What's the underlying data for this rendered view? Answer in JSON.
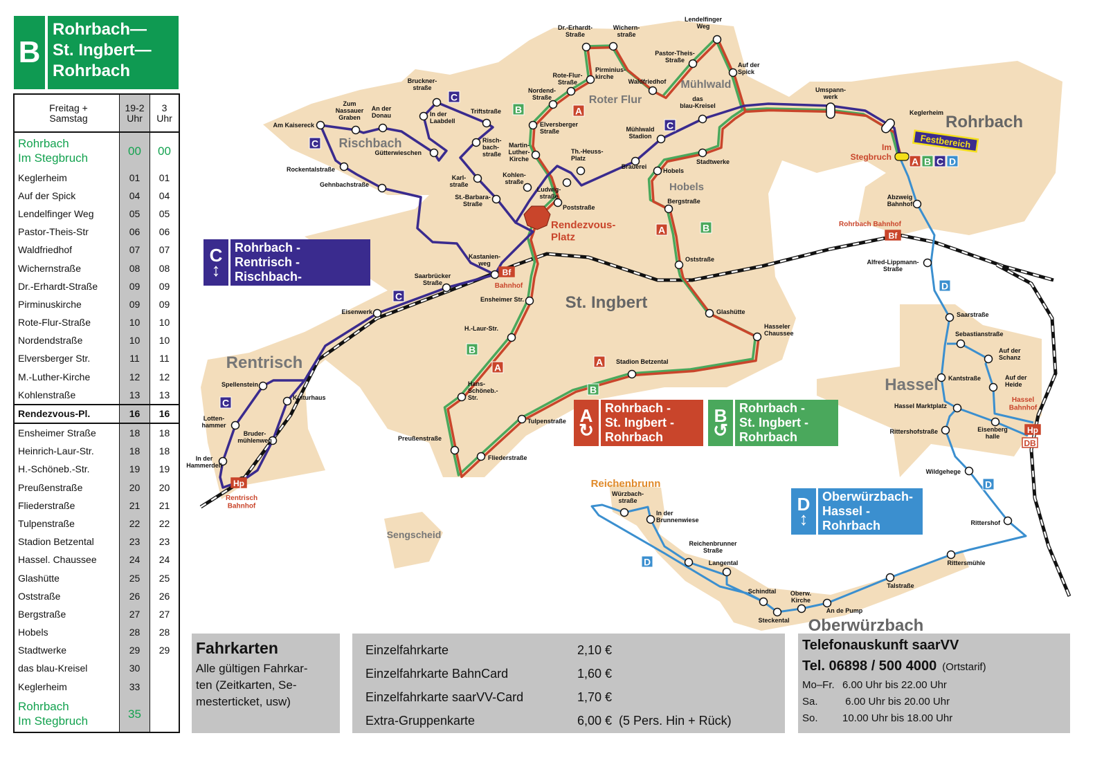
{
  "header": {
    "letter": "B",
    "title_lines": [
      "Rohrbach—",
      "St. Ingbert—",
      "Rohrbach"
    ]
  },
  "timetable": {
    "head": {
      "day": "Freitag +\nSamstag",
      "col1": "19-2\nUhr",
      "col2": "3\nUhr"
    },
    "rows": [
      {
        "stop": "Rohrbach\nIm Stegbruch",
        "t1": "00",
        "t2": "00",
        "style": "green"
      },
      {
        "stop": "Keglerheim",
        "t1": "01",
        "t2": "01"
      },
      {
        "stop": "Auf der Spick",
        "t1": "04",
        "t2": "04"
      },
      {
        "stop": "Lendelfinger Weg",
        "t1": "05",
        "t2": "05"
      },
      {
        "stop": "Pastor-Theis-Str",
        "t1": "06",
        "t2": "06"
      },
      {
        "stop": "Waldfriedhof",
        "t1": "07",
        "t2": "07"
      },
      {
        "stop": "Wichernstraße",
        "t1": "08",
        "t2": "08"
      },
      {
        "stop": "Dr.-Erhardt-Straße",
        "t1": "09",
        "t2": "09"
      },
      {
        "stop": "Pirminuskirche",
        "t1": "09",
        "t2": "09"
      },
      {
        "stop": "Rote-Flur-Straße",
        "t1": "10",
        "t2": "10"
      },
      {
        "stop": "Nordendstraße",
        "t1": "10",
        "t2": "10"
      },
      {
        "stop": "Elversberger Str.",
        "t1": "11",
        "t2": "11"
      },
      {
        "stop": "M.-Luther-Kirche",
        "t1": "12",
        "t2": "12"
      },
      {
        "stop": "Kohlenstraße",
        "t1": "13",
        "t2": "13"
      },
      {
        "stop": "Rendezvous-Pl.",
        "t1": "16",
        "t2": "16",
        "style": "bold"
      },
      {
        "stop": "Ensheimer Straße",
        "t1": "18",
        "t2": "18"
      },
      {
        "stop": "Heinrich-Laur-Str.",
        "t1": "18",
        "t2": "18"
      },
      {
        "stop": "H.-Schöneb.-Str.",
        "t1": "19",
        "t2": "19"
      },
      {
        "stop": "Preußenstraße",
        "t1": "20",
        "t2": "20"
      },
      {
        "stop": "Fliederstraße",
        "t1": "21",
        "t2": "21"
      },
      {
        "stop": "Tulpenstraße",
        "t1": "22",
        "t2": "22"
      },
      {
        "stop": "Stadion Betzental",
        "t1": "23",
        "t2": "23"
      },
      {
        "stop": "Hassel. Chaussee",
        "t1": "24",
        "t2": "24"
      },
      {
        "stop": "Glashütte",
        "t1": "25",
        "t2": "25"
      },
      {
        "stop": "Oststraße",
        "t1": "26",
        "t2": "26"
      },
      {
        "stop": "Bergstraße",
        "t1": "27",
        "t2": "27"
      },
      {
        "stop": "Hobels",
        "t1": "28",
        "t2": "28"
      },
      {
        "stop": "Stadtwerke",
        "t1": "29",
        "t2": "29"
      },
      {
        "stop": "das blau-Kreisel",
        "t1": "30",
        "t2": ""
      },
      {
        "stop": "Keglerheim",
        "t1": "33",
        "t2": ""
      },
      {
        "stop": "Rohrbach\nIm Stegbruch",
        "t1": "35",
        "t2": "",
        "style": "green"
      }
    ]
  },
  "colors": {
    "A": "#c9452b",
    "B": "#4aa85c",
    "C": "#3a2b8e",
    "D": "#3b8fcf",
    "town": "#f3ddbb",
    "header": "#0f9a52"
  },
  "map": {
    "towns": [
      "Rischbach",
      "Roter Flur",
      "Mühlwald",
      "Hobels",
      "St. Ingbert",
      "Rentrisch",
      "Rohrbach",
      "Hassel",
      "Oberwürzbach",
      "Reichenbrunn",
      "Sengscheid"
    ],
    "special_labels": [
      "Rendezvous-\nPlatz",
      "Im\nStegbruch",
      "Rohrbach Bahnhof",
      "Bahnhof",
      "Hassel\nBahnhof",
      "Rentrisch\nBahnhof"
    ],
    "festbereich": "Festbereich",
    "rail_badges": [
      "Bf",
      "Bf",
      "Hp",
      "Hp",
      "DB"
    ],
    "capsule_stops": [
      "Umspann-\nwerk",
      "Keglerheim"
    ],
    "stops": [
      "Dr.-Erhardt-\nStraße",
      "Wichern-\nstraße",
      "Lendelfinger\nWeg",
      "Pastor-Theis-\nStraße",
      "Auf der\nSpick",
      "Waldfriedhof",
      "Pirminius-\nkirche",
      "Rote-Flur-\nStraße",
      "Nordend-\nStraße",
      "Elversberger\nStraße",
      "Martin-\nLuther-\nKirche",
      "Kohlen-\nstraße",
      "Th.-Heuss-\nPlatz",
      "Ludwig-\nstraße",
      "Poststraße",
      "Mühlwald\nStadion",
      "Brauerei",
      "das\nblau-Kreisel",
      "Stadtwerke",
      "Hobels",
      "Bergstraße",
      "Oststraße",
      "Glashütte",
      "Hasseler\nChaussee",
      "Stadion Betzental",
      "Tulpenstraße",
      "Fliederstraße",
      "Preußenstraße",
      "Hans-\nSchöneb.-\nStr.",
      "H.-Laur-Str.",
      "Ensheimer Str.",
      "Kastanien-\nweg",
      "Saarbrücker\nStraße",
      "Eisenwerk",
      "Am Kaisereck",
      "Zum\nNassauer\nGraben",
      "An der\nDonau",
      "Gütterwieschen",
      "In der\nLaabdell",
      "Bruckner-\nstraße",
      "Triftstraße",
      "Risch-\nbach-\nstraße",
      "Karl-\nstraße",
      "St.-Barbara-\nStraße",
      "Rockentalstraße",
      "Gehnbachstraße",
      "Kulturhaus",
      "Spellenstein",
      "Lotten-\nhammer",
      "Bruder-\nmühlenweg",
      "In der\nHammerdell",
      "Abzweig\nBahnhof",
      "Alfred-Lippmann-\nStraße",
      "Saarstraße",
      "Sebastianstraße",
      "Auf der\nSchanz",
      "Kantstraße",
      "Auf der\nHeide",
      "Hassel Marktplatz",
      "Rittershofstraße",
      "Eisenberg\nhalle",
      "Wildgehege",
      "Rittershof",
      "Rittersmühle",
      "Talstraße",
      "An de Pump",
      "Oberw.\nKirche",
      "Steckental",
      "Schindtal",
      "Langental",
      "Reichenbrunner\nStraße",
      "In der\nBrunnenwiese",
      "Würzbach-\nstraße",
      ""
    ],
    "route_badges": [
      "B",
      "A",
      "C",
      "C",
      "C",
      "A",
      "B",
      "C",
      "B",
      "A",
      "A",
      "B",
      "C",
      "D",
      "D",
      "D",
      "A",
      "B",
      "C",
      "D"
    ]
  },
  "legends": [
    {
      "letter": "C",
      "route": "C",
      "text": "Rohrbach -\nRentrisch - Rischbach-\nRohrbach",
      "symbol": "↕"
    },
    {
      "letter": "A",
      "route": "A",
      "text": "Rohrbach -\nSt. Ingbert -\nRohrbach",
      "symbol": "↻"
    },
    {
      "letter": "B",
      "route": "B",
      "text": "Rohrbach -\nSt. Ingbert -\nRohrbach",
      "symbol": "↺"
    },
    {
      "letter": "D",
      "route": "D",
      "text": "Oberwürzbach-\nHassel -\nRohrbach",
      "symbol": "↕"
    }
  ],
  "tickets": {
    "title": "Fahrkarten",
    "text": "Alle gültigen Fahrkar-\nten (Zeitkarten, Se-\nmesterticket, usw)",
    "prices": [
      {
        "name": "Einzelfahrkarte",
        "price": "2,10 €"
      },
      {
        "name": "Einzelfahrkarte BahnCard",
        "price": "1,60 €"
      },
      {
        "name": "Einzelfahrkarte saarVV-Card",
        "price": "1,70 €"
      },
      {
        "name": "Extra-Gruppenkarte",
        "price": "6,00 €  (5 Pers. Hin + Rück)"
      }
    ]
  },
  "phone": {
    "title": "Telefonauskunft saarVV",
    "number": "Tel. 06898 / 500 4000",
    "tariff": "(Ortstarif)",
    "hours": [
      {
        "day": "Mo–Fr.",
        "time": "6.00 Uhr bis 22.00 Uhr"
      },
      {
        "day": "Sa.",
        "time": " 6.00 Uhr bis 20.00 Uhr"
      },
      {
        "day": "So.",
        "time": "10.00 Uhr bis 18.00 Uhr"
      }
    ]
  }
}
